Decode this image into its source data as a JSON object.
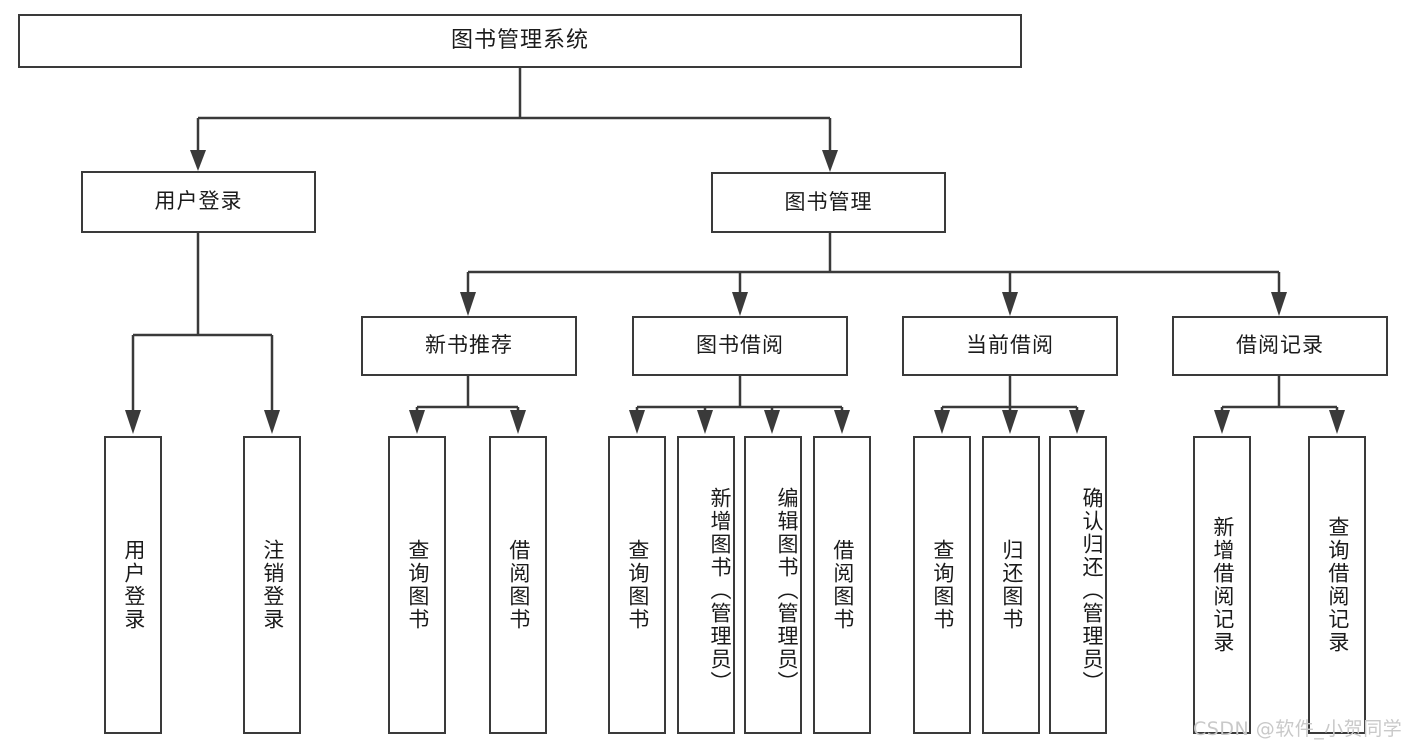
{
  "diagram": {
    "title": "图书管理系统",
    "type": "tree-hierarchy-functional-structure",
    "colors": {
      "background": "#ffffff",
      "stroke": "#3a3a3a",
      "text": "#1b1b1b",
      "watermark": "#c9c9c9"
    },
    "root": {
      "label": "图书管理系统"
    },
    "level1": [
      {
        "id": "user-login",
        "label": "用户登录"
      },
      {
        "id": "book-management",
        "label": "图书管理"
      }
    ],
    "level2": [
      {
        "id": "new-book-recommend",
        "label": "新书推荐",
        "parent": "book-management"
      },
      {
        "id": "book-borrow",
        "label": "图书借阅",
        "parent": "book-management"
      },
      {
        "id": "current-borrow",
        "label": "当前借阅",
        "parent": "book-management"
      },
      {
        "id": "borrow-record",
        "label": "借阅记录",
        "parent": "book-management"
      }
    ],
    "leaves": {
      "user_login": [
        {
          "id": "leaf-user-login",
          "label": "用户登录"
        },
        {
          "id": "leaf-user-logout",
          "label": "注销登录"
        }
      ],
      "new_book_recommend": [
        {
          "id": "leaf-query-book-1",
          "label": "查询图书"
        },
        {
          "id": "leaf-borrow-book-1",
          "label": "借阅图书"
        }
      ],
      "book_borrow": [
        {
          "id": "leaf-query-book-2",
          "label": "查询图书"
        },
        {
          "id": "leaf-add-book",
          "label": "新增图书（管理员）"
        },
        {
          "id": "leaf-edit-book",
          "label": "编辑图书（管理员）"
        },
        {
          "id": "leaf-borrow-book-2",
          "label": "借阅图书"
        }
      ],
      "current_borrow": [
        {
          "id": "leaf-query-book-3",
          "label": "查询图书"
        },
        {
          "id": "leaf-return-book",
          "label": "归还图书"
        },
        {
          "id": "leaf-confirm-return",
          "label": "确认归还（管理员）"
        }
      ],
      "borrow_record": [
        {
          "id": "leaf-add-record",
          "label": "新增借阅记录"
        },
        {
          "id": "leaf-query-record",
          "label": "查询借阅记录"
        }
      ]
    },
    "watermark": "CSDN @软件_小贺同学"
  }
}
